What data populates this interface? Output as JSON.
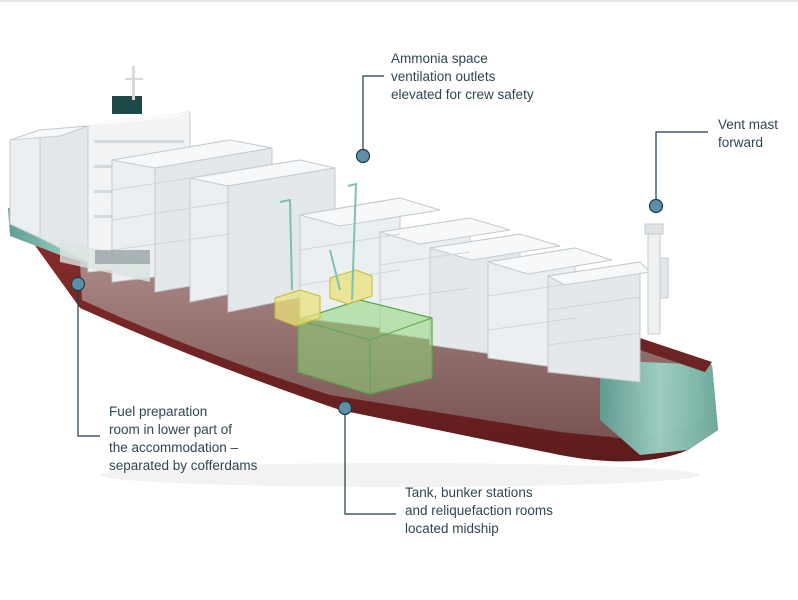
{
  "callouts": {
    "ammonia_vent": {
      "text": "Ammonia space\nventilation outlets\nelevated for crew safety",
      "icon": "callout-dot-icon"
    },
    "vent_mast": {
      "text": "Vent mast\nforward",
      "icon": "callout-dot-icon"
    },
    "fuel_prep": {
      "text": "Fuel preparation\nroom in lower part of\nthe accommodation –\nseparated by cofferdams",
      "icon": "callout-dot-icon"
    },
    "tank_bunker": {
      "text": "Tank, bunker stations\nand reliquefaction rooms\nlocated midship",
      "icon": "callout-dot-icon"
    }
  },
  "colors": {
    "hull_red": "#7a2727",
    "hull_teal": "#7fbfb0",
    "container_grey": "#eceff1",
    "ammonia_tank_green": "#8fd67a",
    "fuel_room_yellow": "#e9e27a",
    "callout_dot": "#5d8ea9",
    "leader_line": "#1f3a45"
  }
}
